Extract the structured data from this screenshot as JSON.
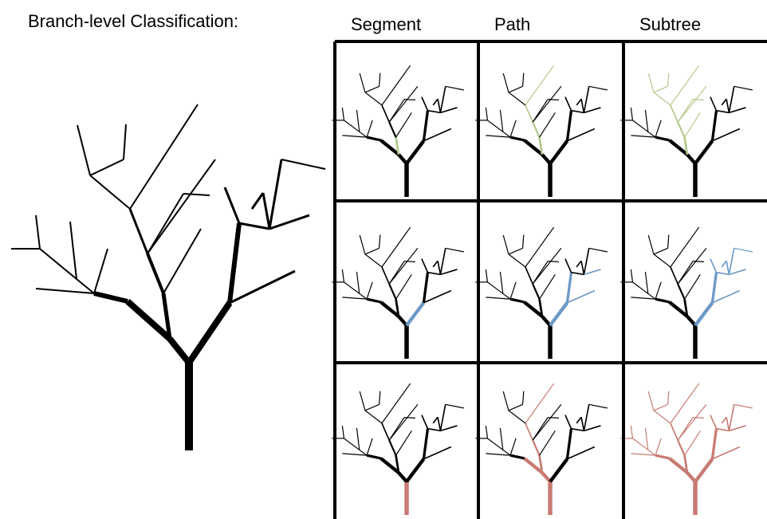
{
  "figure": {
    "title": "Branch-level Classification:",
    "columns": [
      "Segment",
      "Path",
      "Subtree"
    ]
  },
  "colors": {
    "default": "#000000",
    "row1_highlight": "#b3c98d",
    "row2_highlight": "#6d99c7",
    "row3_highlight": "#c77b72"
  },
  "icons": [
    "tree-diagram"
  ]
}
